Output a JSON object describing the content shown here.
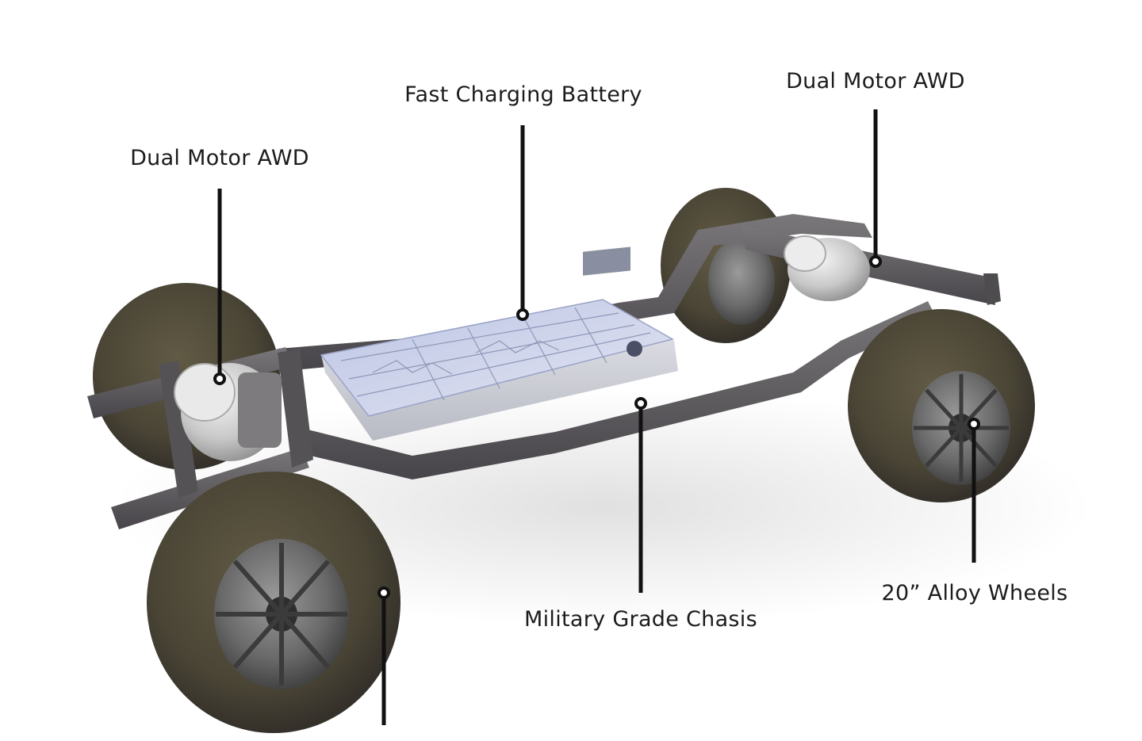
{
  "callouts": {
    "battery": "Fast Charging Battery",
    "rear_motor": "Dual Motor AWD",
    "front_motor": "Dual Motor AWD",
    "chassis": "Military Grade Chasis",
    "wheels": "20” Alloy Wheels"
  },
  "colors": {
    "tire": "#4a4535",
    "frame": "#5b5859",
    "battery": "#cfd5ea",
    "motor": "#d9d9d9",
    "line": "#111111"
  }
}
